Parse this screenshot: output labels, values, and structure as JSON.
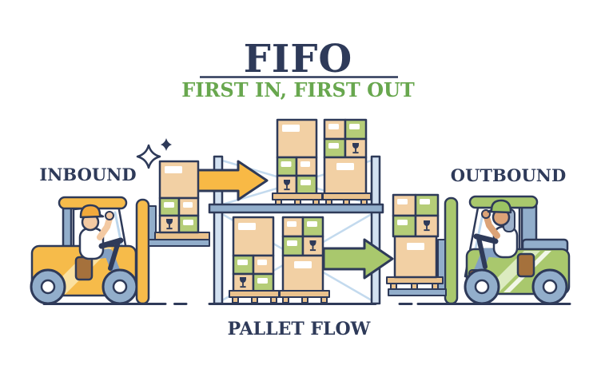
{
  "title": {
    "main": "FIFO",
    "subtitle": "FIRST IN, FIRST OUT"
  },
  "labels": {
    "inbound": "INBOUND",
    "outbound": "OUTBOUND",
    "pallet_flow": "PALLET FLOW"
  },
  "colors": {
    "outline_navy": "#2e3a59",
    "title_navy": "#2e3a59",
    "subtitle_green": "#68a74e",
    "arrow_inbound_orange": "#f8b945",
    "arrow_outbound_green": "#a9c86d",
    "forklift_inbound_yellow": "#f6bb4a",
    "forklift_outbound_green": "#a9c86d",
    "box_tan": "#f2d0a4",
    "box_green": "#b5cd78",
    "pallet_wood": "#eac28d",
    "steel_blue": "#92aecb",
    "rack_post_blue": "#d2e1f1"
  },
  "icons": {
    "fragile": "fragile-glassware-mark",
    "sparkle": "four-point-sparkle",
    "label": "white-shipping-label"
  },
  "scene": {
    "inbound_forklift": {
      "type": "forklift",
      "color": "yellow",
      "facing": "right",
      "load": "pallet stacked with tan and green boxes"
    },
    "outbound_forklift": {
      "type": "forklift",
      "color": "green",
      "facing": "left",
      "load": "pallet stacked with tan and green boxes"
    },
    "rack": {
      "levels": 2,
      "pallets_per_level": 2,
      "box_markings": [
        "shipping-label",
        "fragile-glassware"
      ]
    },
    "flow": [
      {
        "step": 1,
        "from": "inbound",
        "to": "rack-top-level",
        "arrow_color": "orange",
        "direction": "right"
      },
      {
        "step": 2,
        "from": "rack-bottom-level",
        "to": "outbound",
        "arrow_color": "green",
        "direction": "right"
      }
    ]
  }
}
